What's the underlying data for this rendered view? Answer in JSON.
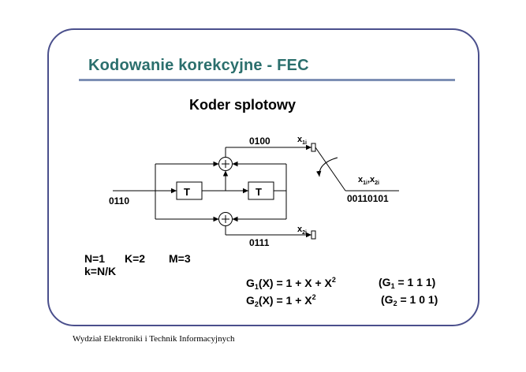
{
  "slide": {
    "title": "Kodowanie korekcyjne - FEC",
    "subtitle": "Koder splotowy",
    "footer": "Wydział Elektroniki i Technik Informacyjnych"
  },
  "diagram": {
    "input_bits": "0110",
    "register_1": "T",
    "register_2": "T",
    "top_output_bits": "0100",
    "bottom_output_bits": "0111",
    "top_tap_var": "x",
    "top_tap_sub": "1i",
    "bottom_tap_var": "x",
    "bottom_tap_sub": "2i",
    "mux_label_a": "x",
    "mux_label_a_sub": "1i",
    "mux_label_sep": ",",
    "mux_label_b": "x",
    "mux_label_b_sub": "2i",
    "output_bits": "00110101",
    "adder_symbol": "+"
  },
  "parameters": {
    "n": "N=1",
    "k": "K=2",
    "m": "M=3",
    "rate": "k=N/K"
  },
  "equations": {
    "g1_lhs_g": "G",
    "g1_lhs_sub": "1",
    "g1_lhs_rest": "(X) = 1 + X + X",
    "g1_lhs_sup": "2",
    "g1_rhs_open": "(G",
    "g1_rhs_sub": "1",
    "g1_rhs_rest": " = 1 1 1)",
    "g2_lhs_g": "G",
    "g2_lhs_sub": "2",
    "g2_lhs_rest": "(X) = 1 + X",
    "g2_lhs_sup": "2",
    "g2_rhs_open": "(G",
    "g2_rhs_sub": "2",
    "g2_rhs_rest": " = 1 0 1)"
  },
  "colors": {
    "frame": "#4a4f8c",
    "title": "#2b6f6d",
    "rule": "#7d8fb4"
  }
}
